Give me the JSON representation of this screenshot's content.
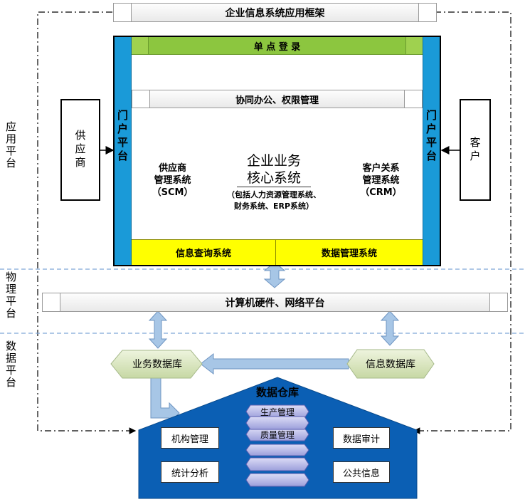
{
  "top_frame": {
    "title": "企业信息系统应用框架"
  },
  "side_labels": {
    "app": "应用平台",
    "physical": "物理平台",
    "data": "数据平台"
  },
  "app": {
    "sso": "单 点 登 录",
    "office": "协同办公、权限管理",
    "portal_left": "门户平台",
    "portal_right": "门户平台",
    "supplier": "供应商",
    "customer": "客户",
    "scm": {
      "line1": "供应商",
      "line2": "管理系统",
      "line3": "（SCM）"
    },
    "core": {
      "line1": "企业业务",
      "line2": "核心系统",
      "line3": "（包括人力资源管理系统、",
      "line4": "财务系统、ERP系统）"
    },
    "crm": {
      "line1": "客户关系",
      "line2": "管理系统",
      "line3": "（CRM）"
    },
    "info_query": "信息查询系统",
    "data_mgmt": "数据管理系统"
  },
  "physical": {
    "platform": "计算机硬件、网络平台"
  },
  "data": {
    "business_db": "业务数据库",
    "info_db": "信息数据库",
    "warehouse": {
      "title": "数据仓库",
      "stack": [
        "生产管理",
        "质量管理",
        "",
        "",
        ""
      ],
      "org": "机构管理",
      "stats": "统计分析",
      "audit": "数据审计",
      "public": "公共信息"
    }
  },
  "colors": {
    "portal_blue": "#1a9ad8",
    "sso_green": "#8cc63f",
    "query_yellow": "#ffff00",
    "warehouse_blue": "#0b5fb4",
    "hex_purple": "#b4b6e6",
    "hex_green": "#dde8c4",
    "arrow_blue": "#a7c6e6",
    "dashed_blue": "#7fa6d6"
  }
}
